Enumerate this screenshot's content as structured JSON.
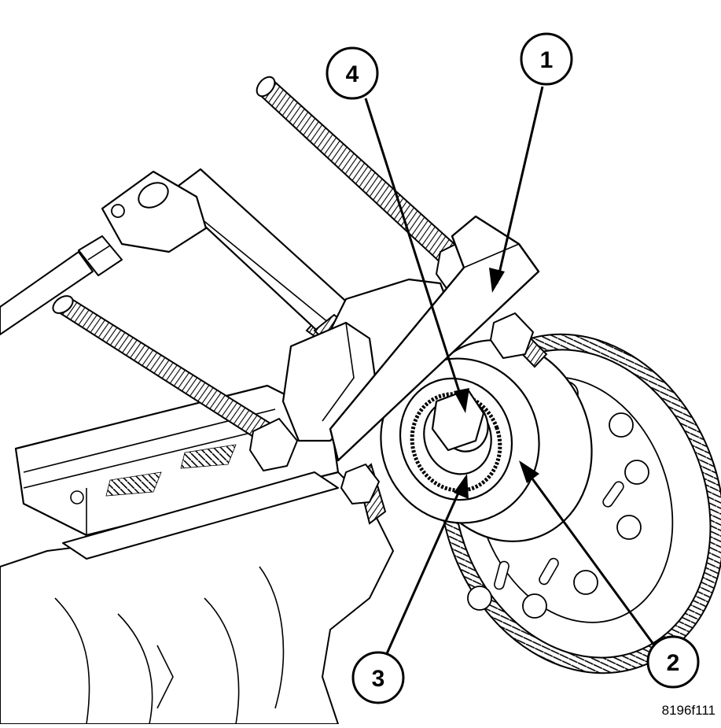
{
  "callouts": [
    {
      "id": "1",
      "label": "1"
    },
    {
      "id": "2",
      "label": "2"
    },
    {
      "id": "3",
      "label": "3"
    },
    {
      "id": "4",
      "label": "4"
    }
  ],
  "figure_id": "8196f111",
  "colors": {
    "ink": "#000000",
    "paper": "#ffffff"
  }
}
